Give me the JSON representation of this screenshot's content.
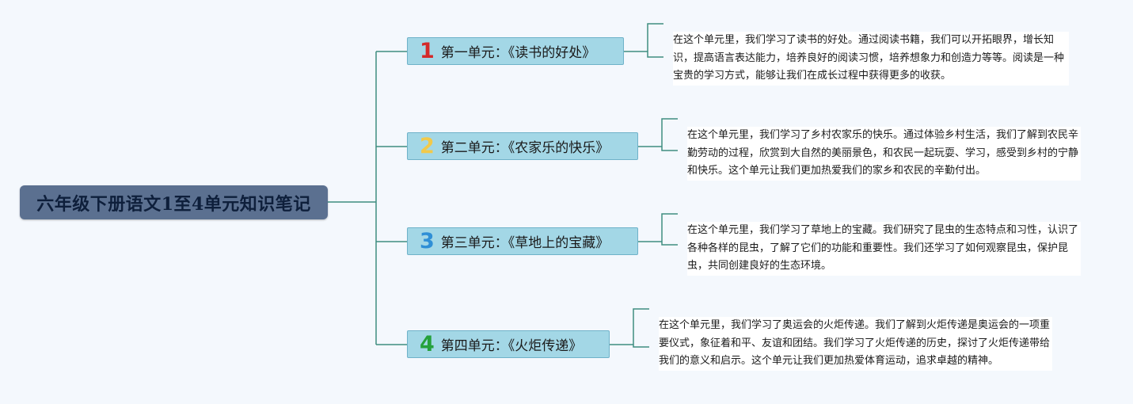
{
  "root": {
    "title": "六年级下册语文1至4单元知识笔记"
  },
  "colors": {
    "link": "#3e8d80",
    "unit_fill": "#a3d7e6",
    "root_fill": "#5b7090"
  },
  "units": [
    {
      "number": "1",
      "number_color": "#d42a2a",
      "label": "第一单元：《读书的好处》",
      "text": "在这个单元里，我们学习了读书的好处。通过阅读书籍，我们可以开拓眼界，增长知识，提高语言表达能力，培养良好的阅读习惯，培养想象力和创造力等等。阅读是一种宝贵的学习方式，能够让我们在成长过程中获得更多的收获。"
    },
    {
      "number": "2",
      "number_color": "#f2c94a",
      "label": "第二单元：《农家乐的快乐》",
      "text": "在这个单元里，我们学习了乡村农家乐的快乐。通过体验乡村生活，我们了解到农民辛勤劳动的过程，欣赏到大自然的美丽景色，和农民一起玩耍、学习，感受到乡村的宁静和快乐。这个单元让我们更加热爱我们的家乡和农民的辛勤付出。"
    },
    {
      "number": "3",
      "number_color": "#2f8fd6",
      "label": "第三单元：《草地上的宝藏》",
      "text": "在这个单元里，我们学习了草地上的宝藏。我们研究了昆虫的生态特点和习性，认识了各种各样的昆虫，了解了它们的功能和重要性。我们还学习了如何观察昆虫，保护昆虫，共同创建良好的生态环境。"
    },
    {
      "number": "4",
      "number_color": "#25a13c",
      "label": "第四单元：《火炬传递》",
      "text": "在这个单元里，我们学习了奥运会的火炬传递。我们了解到火炬传递是奥运会的一项重要仪式，象征着和平、友谊和团结。我们学习了火炬传递的历史，探讨了火炬传递带给我们的意义和启示。这个单元让我们更加热爱体育运动，追求卓越的精神。"
    }
  ]
}
